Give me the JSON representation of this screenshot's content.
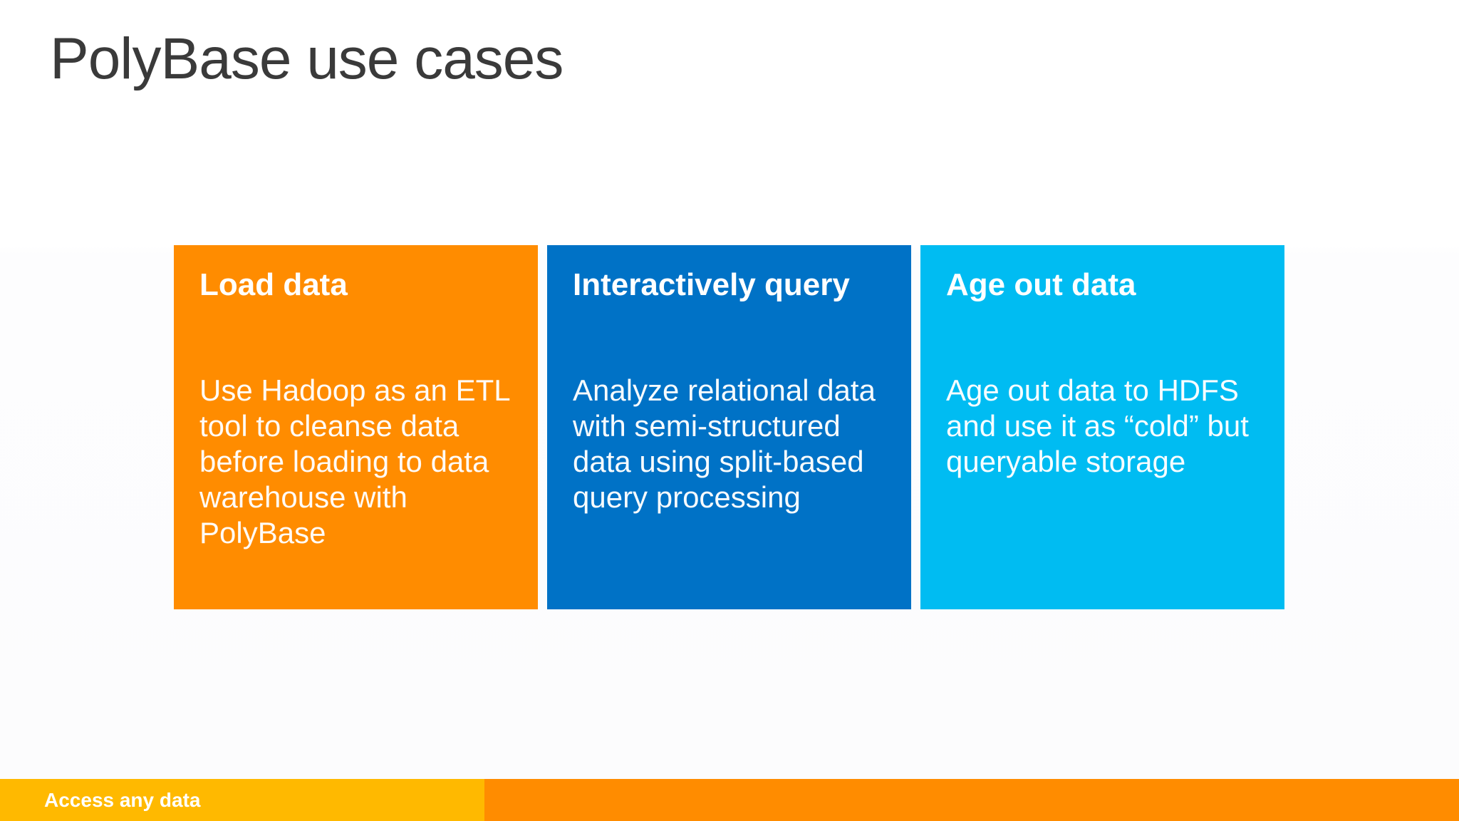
{
  "slide": {
    "title": "PolyBase use cases",
    "cards": [
      {
        "heading": "Load data",
        "body": "Use Hadoop as an ETL tool to cleanse data before loading to data warehouse with PolyBase",
        "color": "#FF8C00"
      },
      {
        "heading": "Interactively query",
        "body": "Analyze relational data with semi-structured data using split-based query processing",
        "color": "#0072C6"
      },
      {
        "heading": "Age out data",
        "body": "Age out data to HDFS and use it as “cold” but queryable storage",
        "color": "#00BCF2"
      }
    ],
    "footer": {
      "label": "Access any data",
      "left_color": "#FFB900",
      "right_color": "#FF8C00"
    },
    "colors": {
      "title_text": "#3A3A3A",
      "card_text": "#FFFFFF",
      "background": "#FFFFFF"
    }
  }
}
